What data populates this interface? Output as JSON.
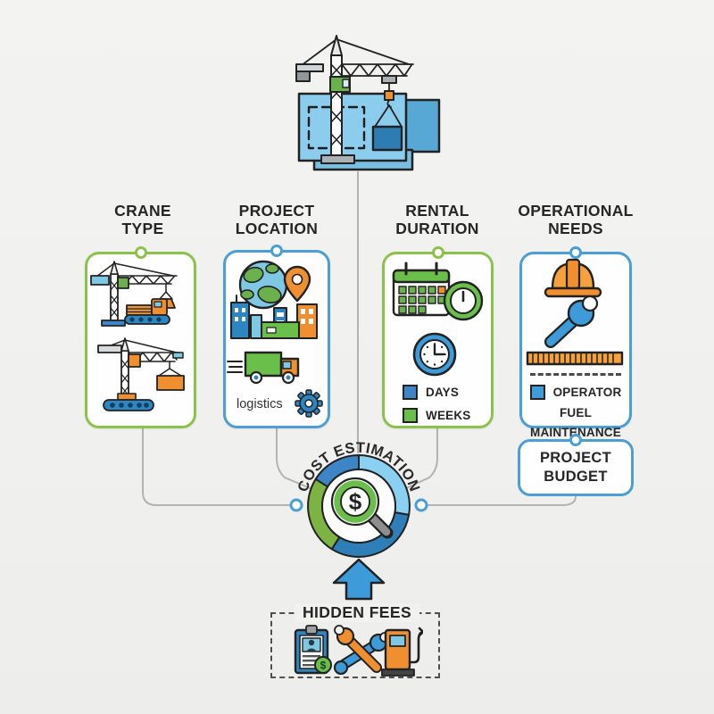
{
  "palette": {
    "green_accent": "#8bc34a",
    "blue_accent": "#4a9fd4",
    "green_fill": "#6abf4b",
    "blue_fill": "#3d9bd9",
    "light_blue": "#7ec8e3",
    "dark_blue": "#2e7fb8",
    "orange": "#ef8f2f",
    "ink": "#262626",
    "connector_gray": "#b5b5b2",
    "background": "#f1f1ee"
  },
  "icons": {
    "top": "tower-crane-over-blueprint",
    "crane_type": [
      "tower-crane",
      "truck",
      "crawler-crane"
    ],
    "project_location": [
      "globe",
      "map-pin",
      "city-skyline",
      "delivery-truck",
      "gear"
    ],
    "rental_duration": [
      "calendar",
      "stopwatch",
      "clock"
    ],
    "operational_needs": [
      "hard-hat",
      "wrench",
      "measuring-strip"
    ],
    "center": "magnifier-with-dollar",
    "hidden_fees": [
      "operator-certificate",
      "crossed-wrenches",
      "fuel-pump"
    ],
    "arrow": "up-arrow"
  },
  "columns": [
    {
      "line1": "CRANE",
      "line2": "TYPE"
    },
    {
      "line1": "PROJECT",
      "line2": "LOCATION"
    },
    {
      "line1": "RENTAL",
      "line2": "DURATION"
    },
    {
      "line1": "OPERATIONAL",
      "line2": "NEEDS"
    }
  ],
  "cards": {
    "crane_type": {
      "accent": "#8bc34a"
    },
    "project_location": {
      "accent": "#4a9fd4",
      "caption": "logistics"
    },
    "rental_duration": {
      "accent": "#8bc34a",
      "legend": [
        {
          "label": "DAYS",
          "color": "#3d85c6"
        },
        {
          "label": "WEEKS",
          "color": "#6abf4b"
        }
      ]
    },
    "operational_needs": {
      "accent": "#4a9fd4",
      "bullet_color": "#3d9bd9",
      "items": [
        "OPERATOR",
        "FUEL",
        "MAINTENANCE"
      ]
    }
  },
  "center": {
    "label": "COST ESTIMATION",
    "currency_symbol": "$"
  },
  "budget": {
    "line1": "PROJECT",
    "line2": "BUDGET"
  },
  "hidden_fees": {
    "title": "HIDDEN FEES",
    "badge_symbol": "$"
  }
}
